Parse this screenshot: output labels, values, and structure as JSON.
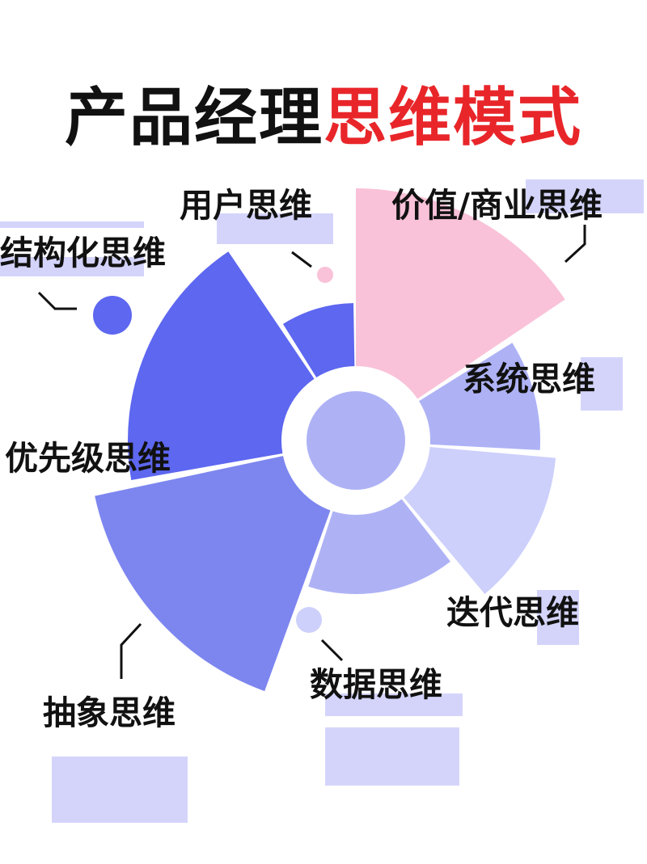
{
  "title": {
    "part1": "产品经理",
    "part2": "思维模式"
  },
  "labels": {
    "user": "用户思维",
    "value": "价值/商业思维",
    "structure": "结构化思维",
    "system": "系统思维",
    "priority": "优先级思维",
    "iteration": "迭代思维",
    "data": "数据思维",
    "abstract": "抽象思维"
  },
  "colors": {
    "title_accent": "#e8262a",
    "pink": "#f9c2d8",
    "blue_dark": "#5d67f0",
    "blue_mid": "#7d86ef",
    "lavender": "#aeb2f5",
    "lavender_light": "#cdd0fb",
    "highlight": "#d4d4fb"
  }
}
